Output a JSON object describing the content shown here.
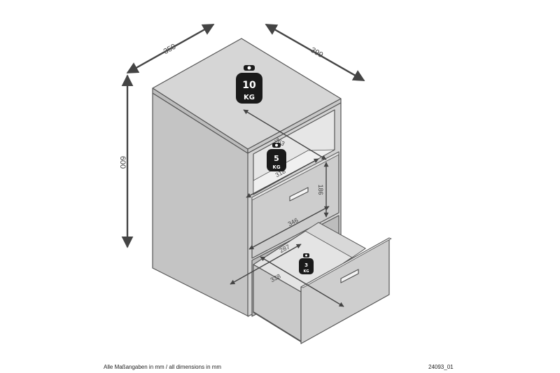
{
  "dimensions": {
    "width": "350",
    "depth": "399",
    "height": "600",
    "shelf_depth": "363",
    "shelf_width": "318",
    "drawer_height": "186",
    "drawer_width": "346",
    "drawer_inner_depth": "287",
    "drawer_inner_width": "338"
  },
  "weights": {
    "top": {
      "value": "10",
      "unit": "KG"
    },
    "shelf": {
      "value": "5",
      "unit": "KG"
    },
    "drawer": {
      "value": "3",
      "unit": "KG"
    }
  },
  "footer": {
    "note": "Alle Maßangaben in mm / all dimensions in mm",
    "code": "24093_01"
  },
  "colors": {
    "outline": "#555555",
    "face": "#cfcfcf",
    "side": "#b9b9b9",
    "weight": "#1a1a1a"
  }
}
